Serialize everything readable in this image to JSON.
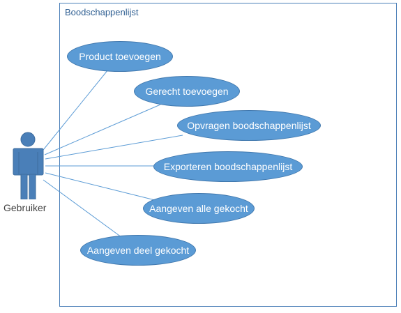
{
  "diagram": {
    "system_title": "Boodschappenlijst",
    "actor": {
      "label": "Gebruiker",
      "icon": "person-icon"
    },
    "use_cases": [
      {
        "label": "Product toevoegen"
      },
      {
        "label": "Gerecht toevoegen"
      },
      {
        "label": "Opvragen boodschappenlijst"
      },
      {
        "label": "Exporteren boodschappenlijst"
      },
      {
        "label": "Aangeven alle gekocht"
      },
      {
        "label": "Aangeven deel gekocht"
      }
    ],
    "colors": {
      "usecase_fill": "#5b9bd5",
      "usecase_border": "#3f77ad",
      "actor_fill": "#4a7fb8",
      "line": "#5b9bd5",
      "boundary": "#4a7fb8"
    }
  }
}
